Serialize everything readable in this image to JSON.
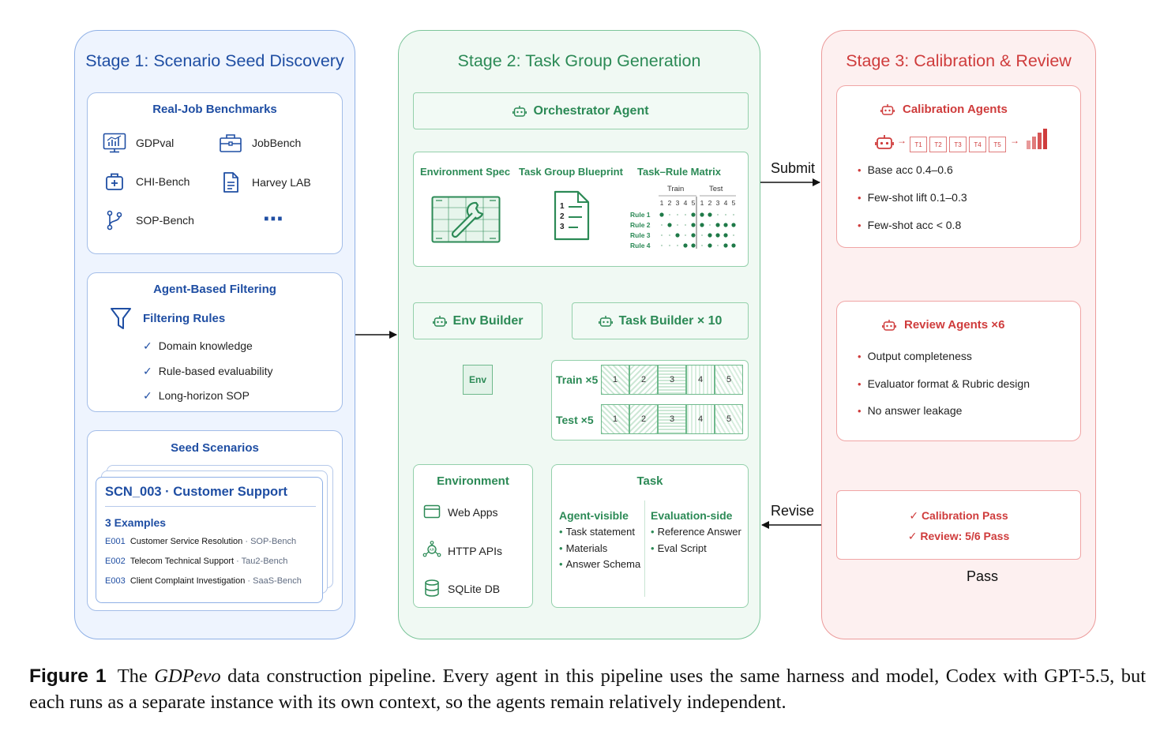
{
  "stage1": {
    "title": "Stage 1: Scenario Seed Discovery",
    "benchmarks_card": {
      "title": "Real-Job Benchmarks",
      "items": [
        {
          "label": "GDPval",
          "icon": "chart-monitor-icon"
        },
        {
          "label": "JobBench",
          "icon": "briefcase-icon"
        },
        {
          "label": "CHI-Bench",
          "icon": "medical-kit-icon"
        },
        {
          "label": "Harvey LAB",
          "icon": "document-icon"
        },
        {
          "label": "SOP-Bench",
          "icon": "git-branch-icon"
        }
      ],
      "more": "⋯"
    },
    "filtering_card": {
      "title": "Agent-Based Filtering",
      "rules_title": "Filtering Rules",
      "rules": [
        "Domain knowledge",
        "Rule-based evaluability",
        "Long-horizon SOP"
      ]
    },
    "seed_card": {
      "title": "Seed Scenarios",
      "scenario_title": "SCN_003 · Customer Support",
      "examples_title": "3 Examples",
      "examples": [
        {
          "id": "E001",
          "name": "Customer Service Resolution",
          "source": "· SOP-Bench"
        },
        {
          "id": "E002",
          "name": "Telecom Technical Support",
          "source": "· Tau2-Bench"
        },
        {
          "id": "E003",
          "name": "Client Complaint Investigation",
          "source": "· SaaS-Bench"
        }
      ]
    }
  },
  "stage2": {
    "title": "Stage 2: Task Group Generation",
    "orchestrator": "Orchestrator Agent",
    "blueprint": {
      "env_spec": "Environment Spec",
      "task_group_blueprint": "Task Group Blueprint",
      "matrix_title": "Task–Rule Matrix",
      "train_label": "Train",
      "test_label": "Test",
      "col_numbers": [
        "1",
        "2",
        "3",
        "4",
        "5",
        "1",
        "2",
        "3",
        "4",
        "5"
      ],
      "doc_numbers": [
        "1",
        "2",
        "3"
      ],
      "rules": [
        {
          "label": "Rule 1",
          "dots": [
            1,
            0,
            0,
            0,
            1,
            1,
            1,
            0,
            0,
            0
          ]
        },
        {
          "label": "Rule 2",
          "dots": [
            0,
            1,
            0,
            0,
            1,
            1,
            0,
            1,
            1,
            1
          ]
        },
        {
          "label": "Rule 3",
          "dots": [
            0,
            0,
            1,
            0,
            1,
            0,
            1,
            1,
            1,
            0
          ]
        },
        {
          "label": "Rule 4",
          "dots": [
            0,
            0,
            0,
            1,
            1,
            0,
            1,
            0,
            1,
            1
          ]
        }
      ]
    },
    "env_builder": "Env Builder",
    "task_builder": "Task Builder × 10",
    "env_node": "Env",
    "train_label": "Train ×5",
    "test_label": "Test ×5",
    "cells": [
      "1",
      "2",
      "3",
      "4",
      "5"
    ],
    "environment_card": {
      "title": "Environment",
      "items": [
        {
          "label": "Web Apps",
          "icon": "browser-window-icon"
        },
        {
          "label": "HTTP APIs",
          "icon": "api-network-icon"
        },
        {
          "label": "SQLite DB",
          "icon": "database-icon"
        }
      ]
    },
    "task_card": {
      "title": "Task",
      "agent_visible_title": "Agent-visible",
      "agent_visible": [
        "Task statement",
        "Materials",
        "Answer Schema"
      ],
      "evaluation_title": "Evaluation-side",
      "evaluation": [
        "Reference Answer",
        "Eval Script"
      ]
    }
  },
  "stage3": {
    "title": "Stage 3: Calibration & Review",
    "calibration_card": {
      "title": "Calibration Agents",
      "tasks": [
        "T1",
        "T2",
        "T3",
        "T4",
        "T5"
      ],
      "bullets": [
        "Base acc 0.4–0.6",
        "Few-shot lift 0.1–0.3",
        "Few-shot acc < 0.8"
      ]
    },
    "review_card": {
      "title": "Review Agents ×6",
      "bullets": [
        "Output completeness",
        "Evaluator format & Rubric design",
        "No answer leakage"
      ]
    },
    "result_card": {
      "line1": "✓ Calibration Pass",
      "line2": "✓ Review: 5/6 Pass"
    }
  },
  "arrows": {
    "submit": "Submit",
    "revise": "Revise",
    "pass": "Pass"
  },
  "caption": {
    "label": "Figure 1",
    "text_before": "The ",
    "emph": "GDPevo",
    "text_after": " data construction pipeline. Every agent in this pipeline uses the same harness and model, Codex with GPT-5.5, but each runs as a separate instance with its own context, so the agents remain relatively independent."
  },
  "colors": {
    "blue": "#1f4ea3",
    "green": "#2c8a56",
    "red": "#cf3c3c"
  }
}
